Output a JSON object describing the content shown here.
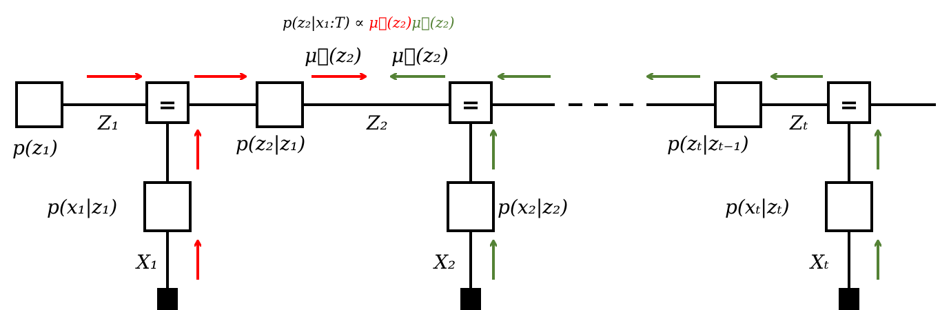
{
  "colors": {
    "forward": "#ff0000",
    "backward": "#548235",
    "ink": "#000000"
  },
  "header": {
    "formula_left": "p(z₂|x₁:T) ∝ ",
    "mu_fwd": "μ⃗(z₂)",
    "mu_bwd": "μ⃖(z₂)"
  },
  "messages": {
    "forward_label": "μ⃗(z₂)",
    "backward_label": "μ⃖(z₂)"
  },
  "factors": {
    "prior": "p(z₁)",
    "transition_2": "p(z₂|z₁)",
    "transition_T": "p(zₜ|zₜ₋₁)",
    "emission_1": "p(x₁|z₁)",
    "emission_2": "p(x₂|z₂)",
    "emission_T": "p(xₜ|zₜ)"
  },
  "variables": {
    "z1": "Z₁",
    "z2": "Z₂",
    "zT": "Zₜ",
    "x1": "X₁",
    "x2": "X₂",
    "xT": "Xₜ"
  },
  "equality_symbol": "="
}
